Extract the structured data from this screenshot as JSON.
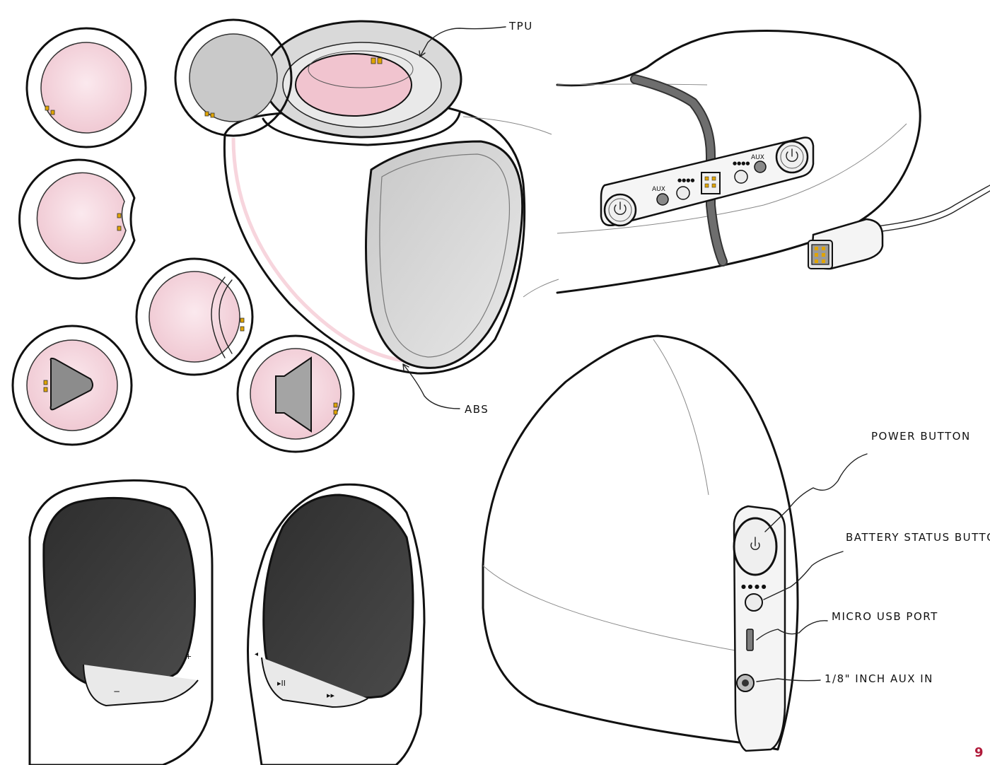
{
  "callouts": {
    "tpu": "TPU",
    "abs": "ABS",
    "power_button": "POWER BUTTON",
    "battery_status_button": "BATTERY STATUS BUTTON",
    "micro_usb_port": "MICRO USB PORT",
    "aux_in": "1/8\" INCH AUX IN"
  },
  "panel": {
    "aux_left": "AUX",
    "aux_right": "AUX"
  },
  "grille_buttons": {
    "minus": "−",
    "plus": "+",
    "play_pause": "▸II",
    "next": "▸▸",
    "back": "◂"
  },
  "page_number": "9",
  "colors": {
    "pink_shell": "#c2405e",
    "pink_fill": "#f3d4dc",
    "grey_fabric": "#3a3a3a",
    "grey_ring": "#d6d6d6",
    "ink": "#111111",
    "page_number": "#b01a3a"
  }
}
